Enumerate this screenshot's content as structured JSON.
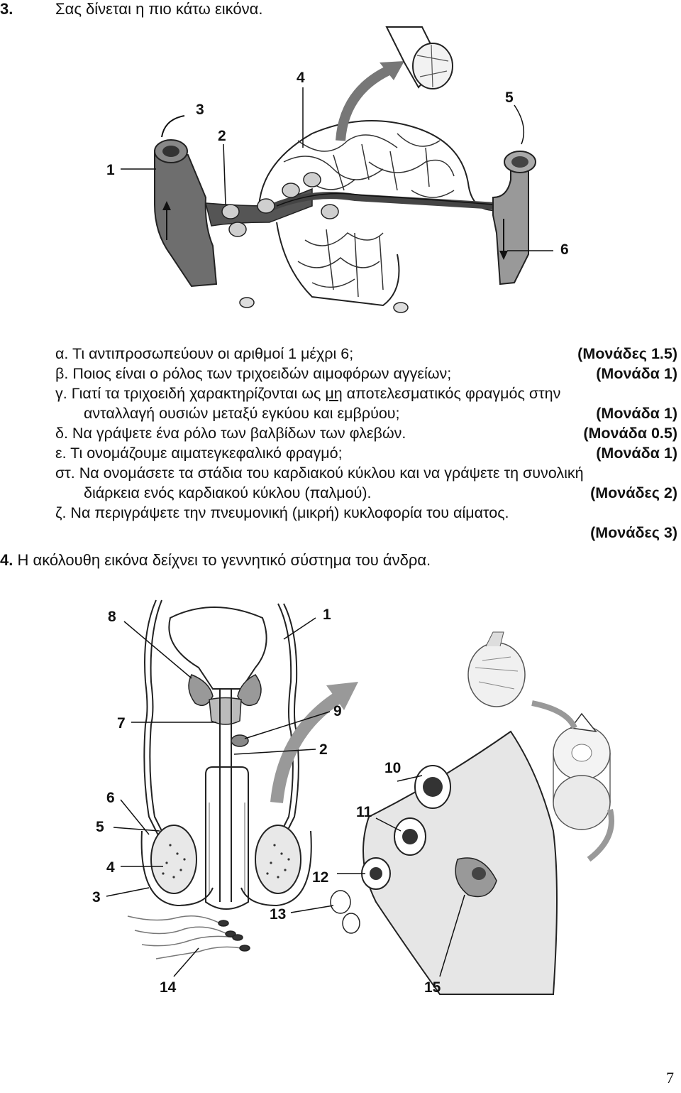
{
  "question3": {
    "number": "3.",
    "intro": "Σας δίνεται η πιο κάτω εικόνα.",
    "figure_labels": [
      "1",
      "2",
      "3",
      "4",
      "5",
      "6"
    ],
    "items": [
      {
        "text": "α. Τι αντιπροσωπεύουν οι αριθμοί 1 μέχρι 6;",
        "points": "(Μονάδες 1.5)"
      },
      {
        "text": "β. Ποιος είναι ο ρόλος των τριχοειδών αιμοφόρων αγγείων;",
        "points": "(Μονάδα 1)"
      },
      {
        "text_a": "γ. Γιατί τα τριχοειδή χαρακτηρίζονται ως ",
        "underlined": "μη",
        "text_b": " αποτελεσματικός φραγμός στην",
        "cont": "ανταλλαγή ουσιών μεταξύ εγκύου και εμβρύου;",
        "points": "(Μονάδα 1)"
      },
      {
        "text": "δ. Να γράψετε ένα ρόλο των βαλβίδων των φλεβών.",
        "points": "(Μονάδα 0.5)"
      },
      {
        "text": "ε. Τι ονομάζουμε αιματεγκεφαλικό φραγμό;",
        "points": "(Μονάδα 1)"
      },
      {
        "text": "στ. Να ονομάσετε τα στάδια του καρδιακού κύκλου και να γράψετε τη συνολική",
        "cont": "διάρκεια ενός καρδιακού κύκλου (παλμού).",
        "points": "(Μονάδες 2)"
      },
      {
        "text": "ζ. Να περιγράψετε την πνευμονική (μικρή) κυκλοφορία του αίματος.",
        "points": "(Μονάδες 3)"
      }
    ]
  },
  "question4": {
    "number": "4.",
    "text": "Η ακόλουθη εικόνα δείχνει το γεννητικό σύστημα του άνδρα.",
    "figure_labels": [
      "8",
      "1",
      "7",
      "9",
      "2",
      "10",
      "6",
      "11",
      "5",
      "4",
      "12",
      "3",
      "13",
      "14",
      "15"
    ]
  },
  "page_number": "7"
}
